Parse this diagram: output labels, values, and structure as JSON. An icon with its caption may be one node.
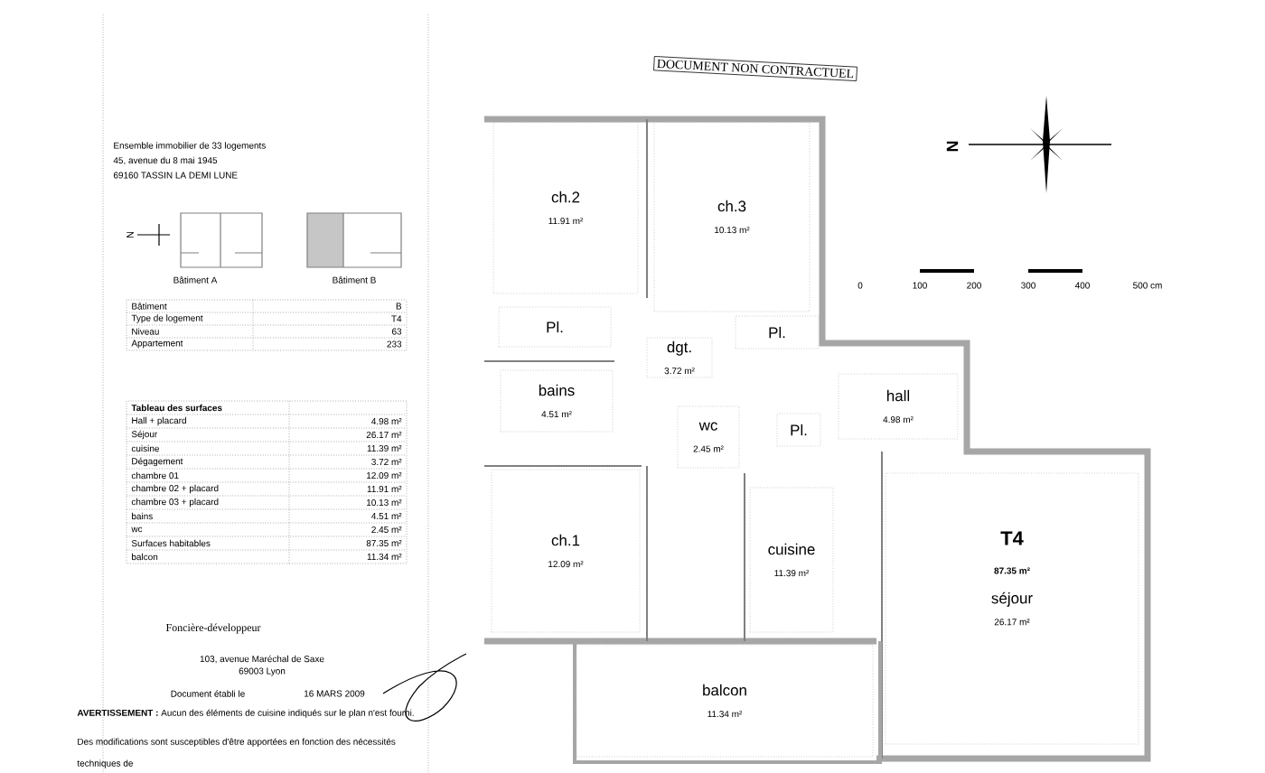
{
  "diagram": {
    "nodes": [
      {
        "text": [
          "ch.2",
          "11.91 m²"
        ]
      },
      {
        "text": [
          "ch.3",
          "10.13 m²"
        ]
      },
      {
        "text": [
          "Pl."
        ]
      },
      {
        "text": [
          "Pl."
        ]
      },
      {
        "text": [
          "dgt.",
          "3.72 m²"
        ]
      },
      {
        "text": [
          "bains",
          "4.51 m²"
        ]
      },
      {
        "text": [
          "wc",
          "2.45 m²"
        ]
      },
      {
        "text": [
          "Pl."
        ]
      },
      {
        "text": [
          "hall",
          "4.98 m²"
        ]
      },
      {
        "text": [
          "ch.1",
          "12.09 m²"
        ]
      },
      {
        "text": [
          "cuisine",
          "11.39 m²"
        ]
      },
      {
        "text": [
          "balcon",
          "11.34 m²"
        ]
      },
      {
        "text": [
          "séjour",
          "26.17 m²"
        ]
      }
    ],
    "labels": [
      "DOCUMENT NON CONTRACTUEL",
      "Ensemble immobilier de 33 logements",
      "45, avenue du 8 mai 1945",
      "69160 TASSIN LA DEMI LUNE",
      "Bâtiment A",
      "N",
      "Bâtiment B",
      "Bâtiment",
      "B",
      "Type de logement",
      "T4",
      "Niveau",
      "63",
      "Appartement",
      "233",
      "Tableau des surfaces",
      "Hall + placard",
      "4.98 m²",
      "Séjour",
      "26.17 m²",
      "cuisine",
      "11.39 m²",
      "Dégagement",
      "3.72 m²",
      "chambre 01",
      "12.09 m²",
      "chambre 02 + placard",
      "11.91 m²",
      "chambre 03 + placard",
      "10.13 m²",
      "bains",
      "4.51 m²",
      "wc",
      "2.45 m²",
      "Surfaces habitables",
      "87.35 m²",
      "balcon",
      "11.34 m²",
      "Foncière-développeur",
      "103, avenue Maréchal de Saxe",
      "69003 Lyon",
      "Document établi le",
      "16 MARS 2009",
      "**AVERTISSEMENT :** Aucun des éléments de cuisine indiqués sur le plan n'est fourni.",
      "Des modifications sont susceptibles d'être apportées en fonction des nécessités techniques de",
      "T4",
      "87.35 m²",
      "N",
      "0",
      "100",
      "200",
      "300",
      "400",
      "500 cm"
    ]
  }
}
